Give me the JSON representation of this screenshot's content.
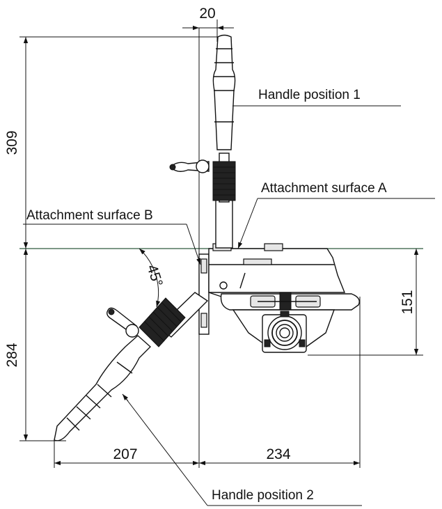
{
  "dimensions": {
    "top_offset": "20",
    "left_height_upper": "309",
    "left_height_lower": "284",
    "right_height": "151",
    "bottom_left_width": "207",
    "bottom_right_width": "234",
    "angle": "45°"
  },
  "labels": {
    "handle_position_1": "Handle position 1",
    "handle_position_2": "Handle position 2",
    "attachment_surface_a": "Attachment surface A",
    "attachment_surface_b": "Attachment surface B"
  }
}
